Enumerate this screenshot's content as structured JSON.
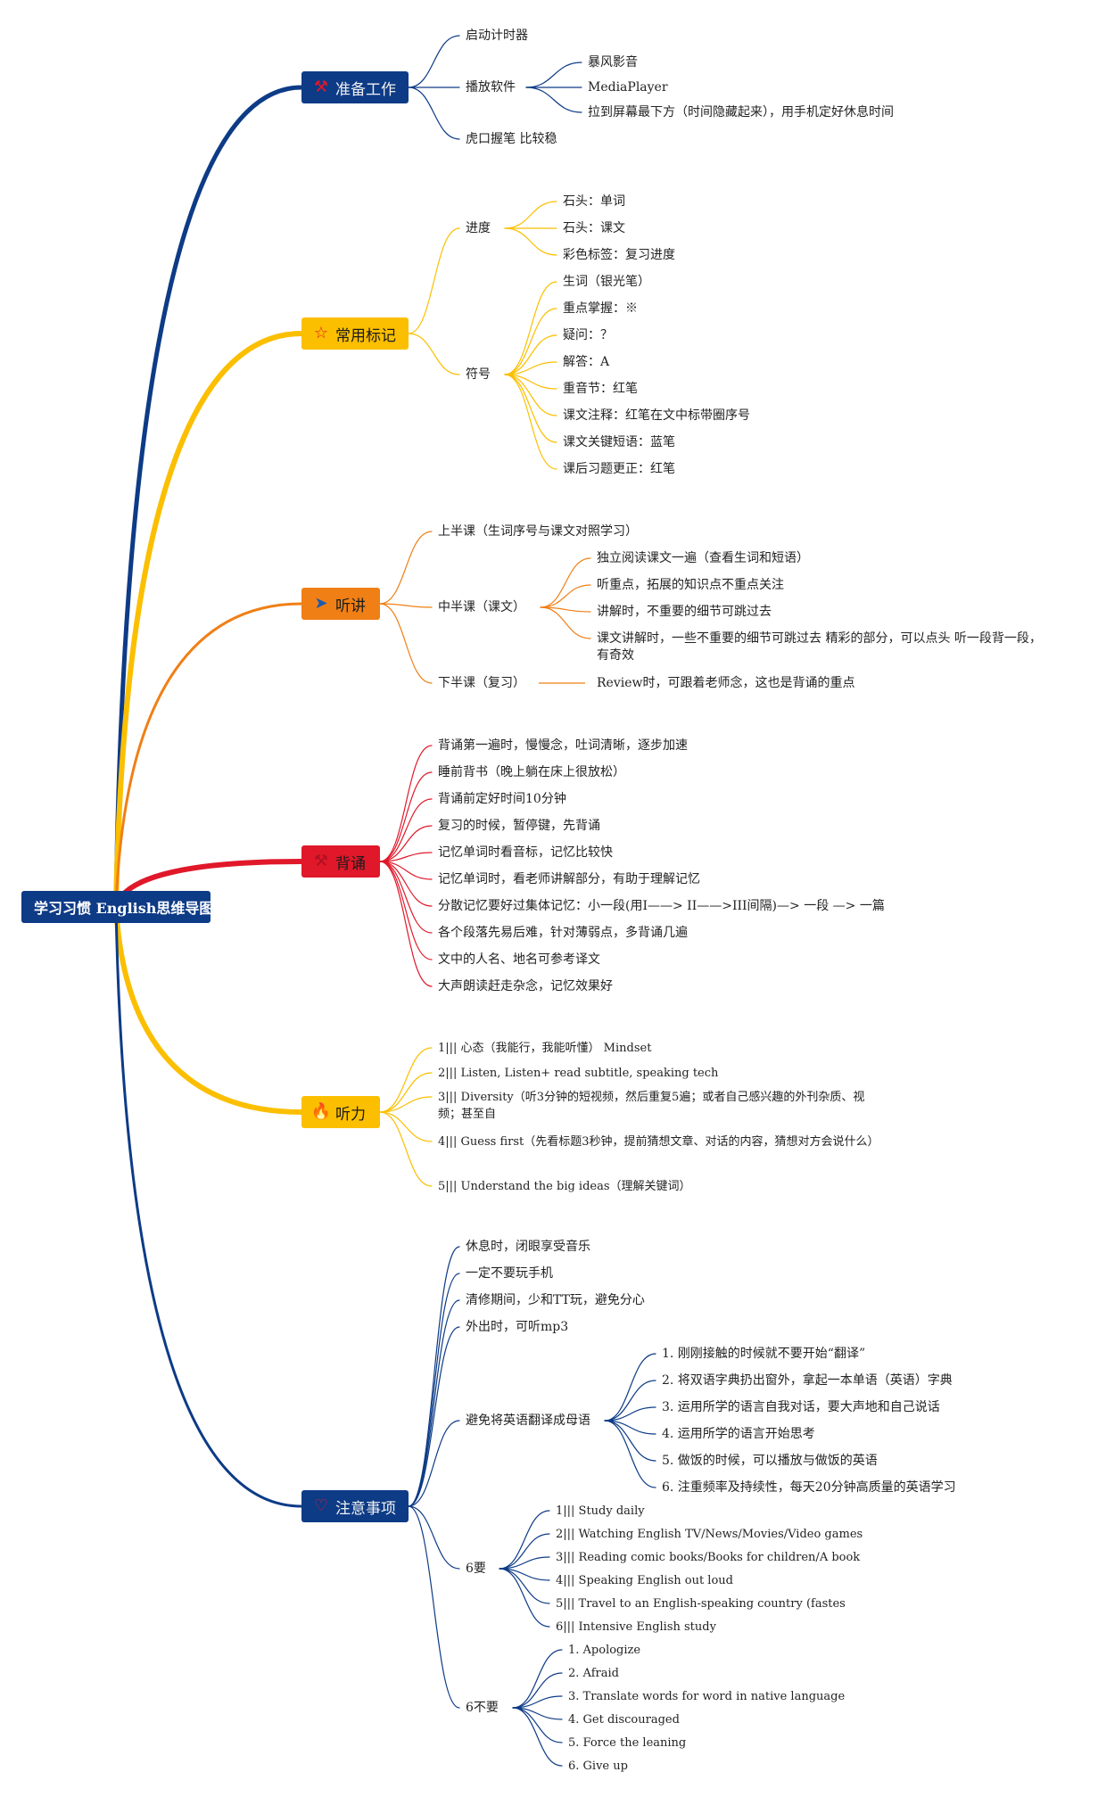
{
  "colors": {
    "root": "#0d3b86",
    "prep": "#0d3b86",
    "marks": "#fbbf00",
    "listen_lecture": "#f07f16",
    "recite": "#e0182a",
    "listening": "#fbbf00",
    "notes": "#0d3b86"
  },
  "root": {
    "label": "学习习惯 English思维导图"
  },
  "branches": {
    "prep": {
      "label": "准备工作",
      "icon": "tools-icon",
      "items": [
        "启动计时器",
        "播放软件",
        "虎口握笔 比较稳"
      ],
      "player_sub": [
        "暴风影音",
        "MediaPlayer",
        "拉到屏幕最下方（时间隐藏起来），用手机定好休息时间"
      ]
    },
    "marks": {
      "label": "常用标记",
      "icon": "star-icon",
      "progress_label": "进度",
      "progress_items": [
        "石头：单词",
        "石头：课文",
        "彩色标签：复习进度"
      ],
      "symbol_label": "符号",
      "symbol_items": [
        "生词（银光笔）",
        "重点掌握：※",
        "疑问：？",
        "解答：A",
        "重音节：红笔",
        "课文注释：红笔在文中标带圈序号",
        "课文关键短语：蓝笔",
        "课后习题更正：红笔"
      ]
    },
    "listen_lecture": {
      "label": "听讲",
      "icon": "send-icon",
      "first": "上半课（生词序号与课文对照学习）",
      "middle": "中半课（课文）",
      "middle_items": [
        "独立阅读课文一遍（查看生词和短语）",
        "听重点，拓展的知识点不重点关注",
        "讲解时，不重要的细节可跳过去",
        "课文讲解时，一些不重要的细节可跳过去 精彩的部分，可以点头 听一段背一段，有奇效"
      ],
      "last": "下半课（复习）",
      "last_item": "Review时，可跟着老师念，这也是背诵的重点"
    },
    "recite": {
      "label": "背诵",
      "icon": "tools-icon",
      "items": [
        "背诵第一遍时，慢慢念，吐词清晰，逐步加速",
        "睡前背书（晚上躺在床上很放松）",
        "背诵前定好时间10分钟",
        "复习的时候，暂停键，先背诵",
        "记忆单词时看音标，记忆比较快",
        "记忆单词时，看老师讲解部分，有助于理解记忆",
        "分散记忆要好过集体记忆：小一段(用I——> II——>III间隔)—> 一段 —> 一篇",
        "各个段落先易后难，针对薄弱点，多背诵几遍",
        "文中的人名、地名可参考译文",
        "大声朗读赶走杂念，记忆效果好"
      ]
    },
    "listening": {
      "label": "听力",
      "icon": "fire-icon",
      "items": [
        "1||| 心态（我能行，我能听懂） Mindset",
        "2||| Listen, Listen+ read subtitle, speaking tech",
        "3||| Diversity（听3分钟的短视频，然后重复5遍；或者自己感兴趣的外刊杂质、视频；甚至自",
        "4||| Guess first（先看标题3秒钟，提前猜想文章、对话的内容，猜想对方会说什么）",
        "5||| Understand the big ideas（理解关键词）"
      ]
    },
    "notes": {
      "label": "注意事项",
      "icon": "heart-icon",
      "items": [
        "休息时，闭眼享受音乐",
        "一定不要玩手机",
        "清修期间，少和TT玩，避免分心",
        "外出时，可听mp3"
      ],
      "avoid_label": "避免将英语翻译成母语",
      "avoid_items": [
        "1. 刚刚接触的时候就不要开始“翻译”",
        "2. 将双语字典扔出窗外，拿起一本单语（英语）字典",
        "3. 运用所学的语言自我对话，要大声地和自己说话",
        "4. 运用所学的语言开始思考",
        "5. 做饭的时候，可以播放与做饭的英语",
        "6. 注重频率及持续性，每天20分钟高质量的英语学习"
      ],
      "do_label": "6要",
      "do_items": [
        "1||| Study daily",
        "2||| Watching English TV/News/Movies/Video games",
        "3||| Reading comic books/Books for children/A book",
        "4||| Speaking English out loud",
        "5||| Travel to an English-speaking country (fastes",
        "6||| Intensive English study"
      ],
      "dont_label": "6不要",
      "dont_items": [
        "1. Apologize",
        "2. Afraid",
        "3. Translate words for word in native language",
        "4. Get discouraged",
        "5. Force the leaning",
        "6. Give up"
      ]
    }
  }
}
